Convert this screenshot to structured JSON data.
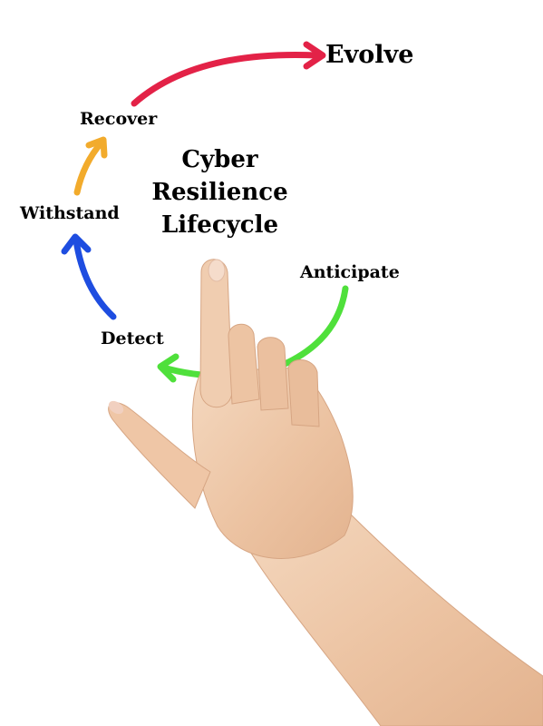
{
  "diagram": {
    "title_lines": [
      "Cyber",
      "Resilience",
      "Lifecycle"
    ],
    "stages": {
      "evolve": "Evolve",
      "recover": "Recover",
      "withstand": "Withstand",
      "detect": "Detect",
      "anticipate": "Anticipate"
    },
    "colors": {
      "evolve_arrow": "#e32247",
      "recover_arrow": "#f2ab2c",
      "withstand_arrow": "#1e4de0",
      "detect_arrow": "#4fe03b",
      "skin": "#efc9aa"
    }
  }
}
